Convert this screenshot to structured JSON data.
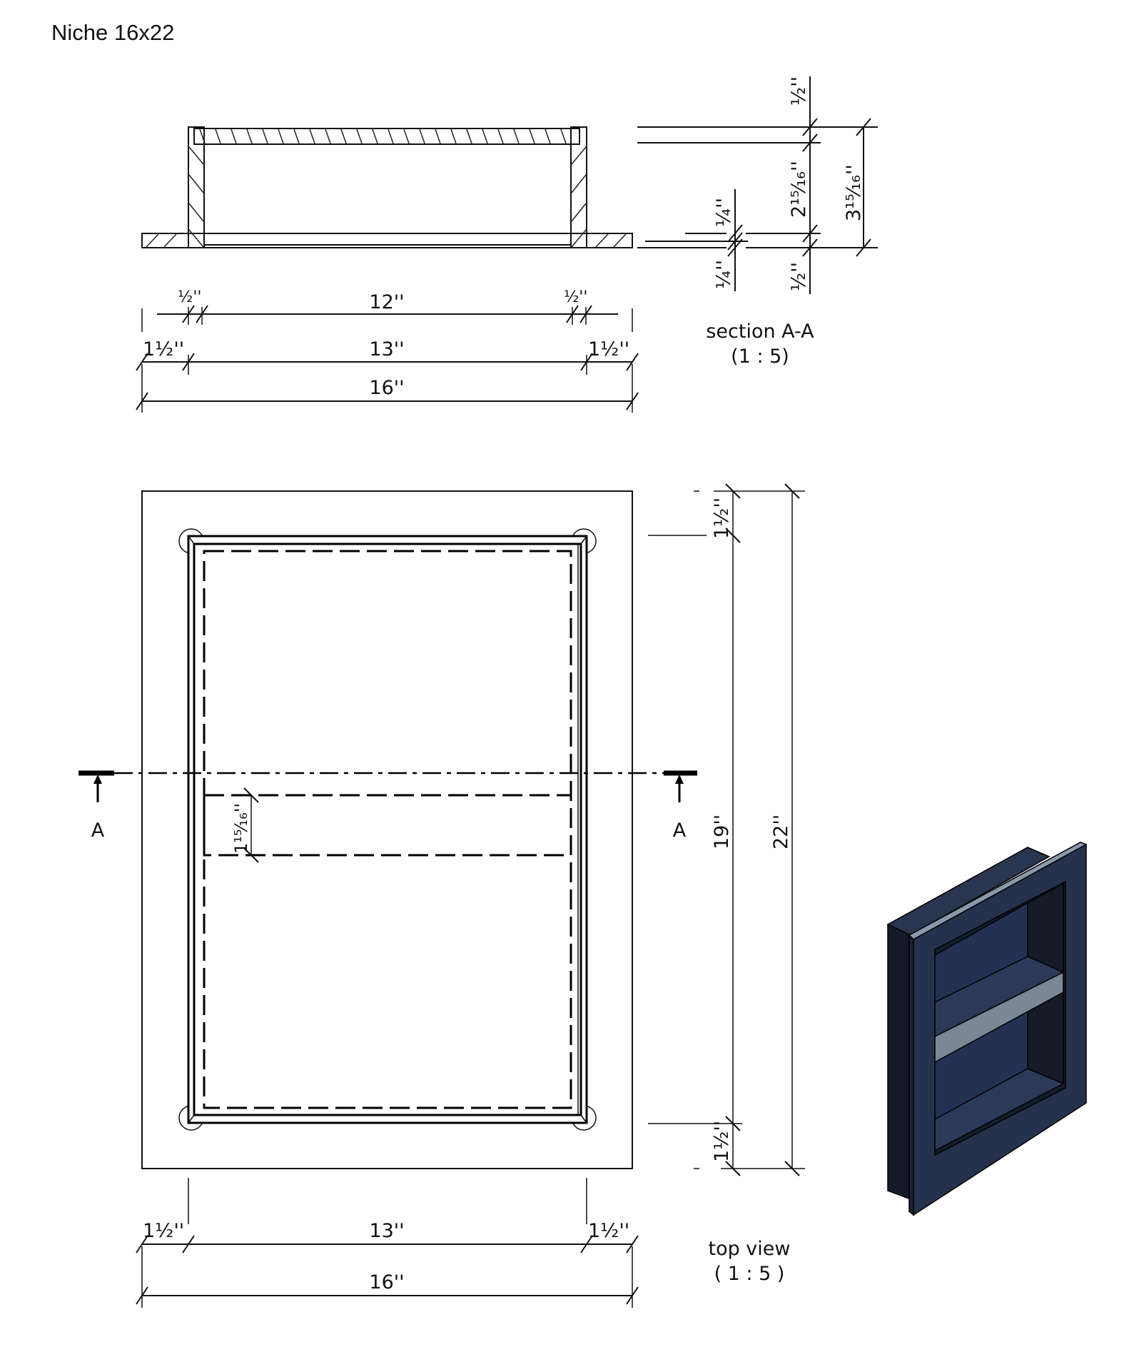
{
  "title": "Niche 16x22",
  "section_view": {
    "caption": "section A-A",
    "scale": "(1 : 5)",
    "horizontal_dims": {
      "row1": {
        "left": "½''",
        "center": "12''",
        "right": "½''"
      },
      "row2": {
        "left": "1½''",
        "center": "13''",
        "right": "1½''"
      },
      "row3": {
        "total": "16''"
      }
    },
    "vertical_dims": {
      "top_lip": "½''",
      "depth": "2¹⁵⁄₁₆''",
      "total_depth": "3¹⁵⁄₁₆''",
      "flange_upper": "¼''",
      "flange_lower": "¼''",
      "bottom": "½''"
    }
  },
  "top_view": {
    "caption": "top view",
    "scale": "( 1 : 5 )",
    "section_marker_left": "A",
    "section_marker_right": "A",
    "shelf_dim": "1¹⁵⁄₁₆''",
    "vertical_dims": {
      "top_border": "1½''",
      "inner_height": "19''",
      "total_height": "22''",
      "bottom_border": "1½''"
    },
    "horizontal_dims": {
      "row1": {
        "left": "1½''",
        "center": "13''",
        "right": "1½''"
      },
      "row2": {
        "total": "16''"
      }
    }
  },
  "iso_view": {
    "colors": {
      "frame": "#26324d",
      "frame_dark": "#1a2236",
      "inner_back": "#243154",
      "inner_side": "#161c2a",
      "shelf_top": "#2c3a5a",
      "shelf_front": "#7c8796",
      "edge_highlight": "#8c98aa"
    }
  }
}
